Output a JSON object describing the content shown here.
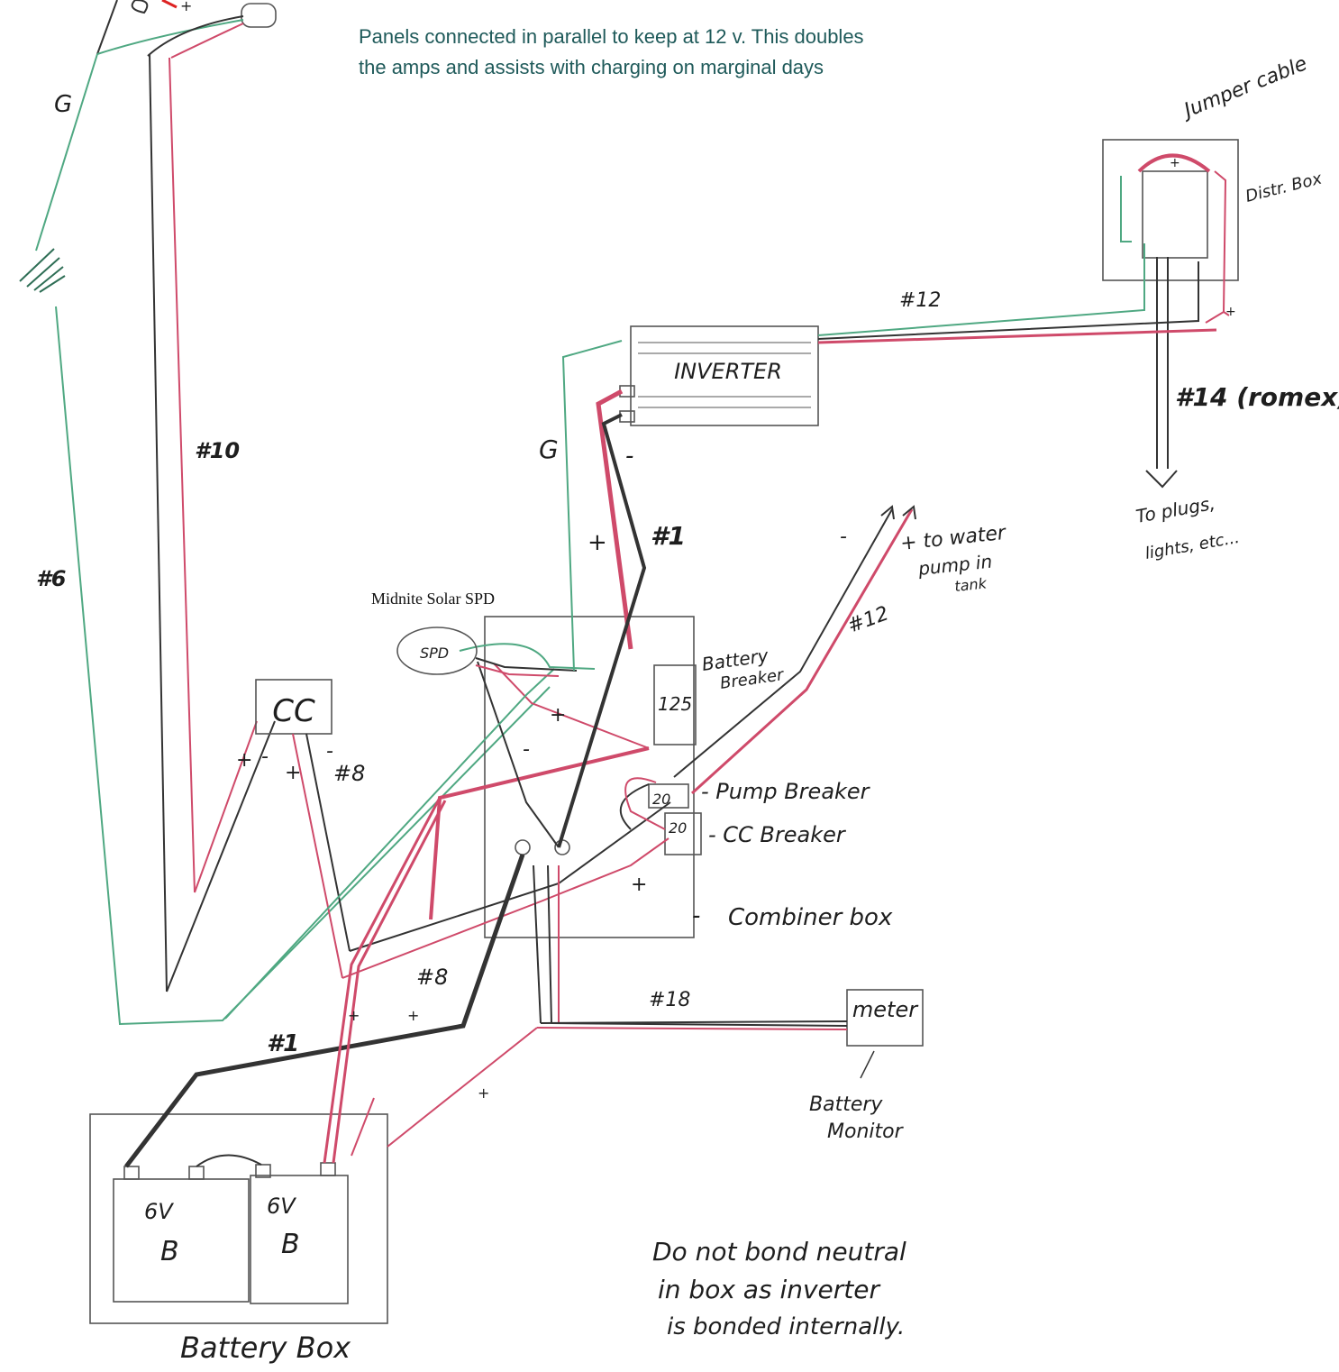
{
  "header": {
    "note_line1": "Panels connected in parallel to keep at 12 v.  This doubles",
    "note_line2": "the amps and assists with charging on marginal days"
  },
  "labels": {
    "ground_top": "G",
    "ground_mid": "G",
    "wire_10": "#10",
    "wire_6": "#6",
    "jumper_cable": "Jumper cable",
    "distr_box": "Distr. Box",
    "wire_12_top": "#12",
    "inverter": "INVERTER",
    "wire_14": "#14 (romex)",
    "to_plugs_1": "To plugs,",
    "to_plugs_2": "lights, etc...",
    "wire_1_top": "#1",
    "water_pump_1": "+ to water",
    "water_pump_2": "pump in",
    "water_pump_3": "tank",
    "wire_12_mid": "#12",
    "spd_title": "Midnite Solar SPD",
    "spd": "SPD",
    "battery_breaker_1": "Battery",
    "battery_breaker_2": "Breaker",
    "breaker_125": "125",
    "cc": "CC",
    "wire_8_top": "#8",
    "pump_breaker": "- Pump Breaker",
    "cc_breaker": "- CC Breaker",
    "breaker_20a": "20",
    "breaker_20b": "20",
    "combiner_box": "Combiner box",
    "wire_8_bottom": "#8",
    "wire_18": "#18",
    "meter": "meter",
    "wire_1_bottom": "#1",
    "battery_monitor_1": "Battery",
    "battery_monitor_2": "Monitor",
    "battery_6v_a": "6V",
    "battery_b_a": "B",
    "battery_6v_b": "6V",
    "battery_b_b": "B",
    "battery_box": "Battery Box",
    "note_bottom_1": "Do not bond neutral",
    "note_bottom_2": "in box as inverter",
    "note_bottom_3": "is bonded internally."
  },
  "colors": {
    "ground_wire": "#4fa882",
    "negative_wire": "#333333",
    "positive_wire": "#cf4a6a",
    "note_text": "#1f5a5a"
  }
}
